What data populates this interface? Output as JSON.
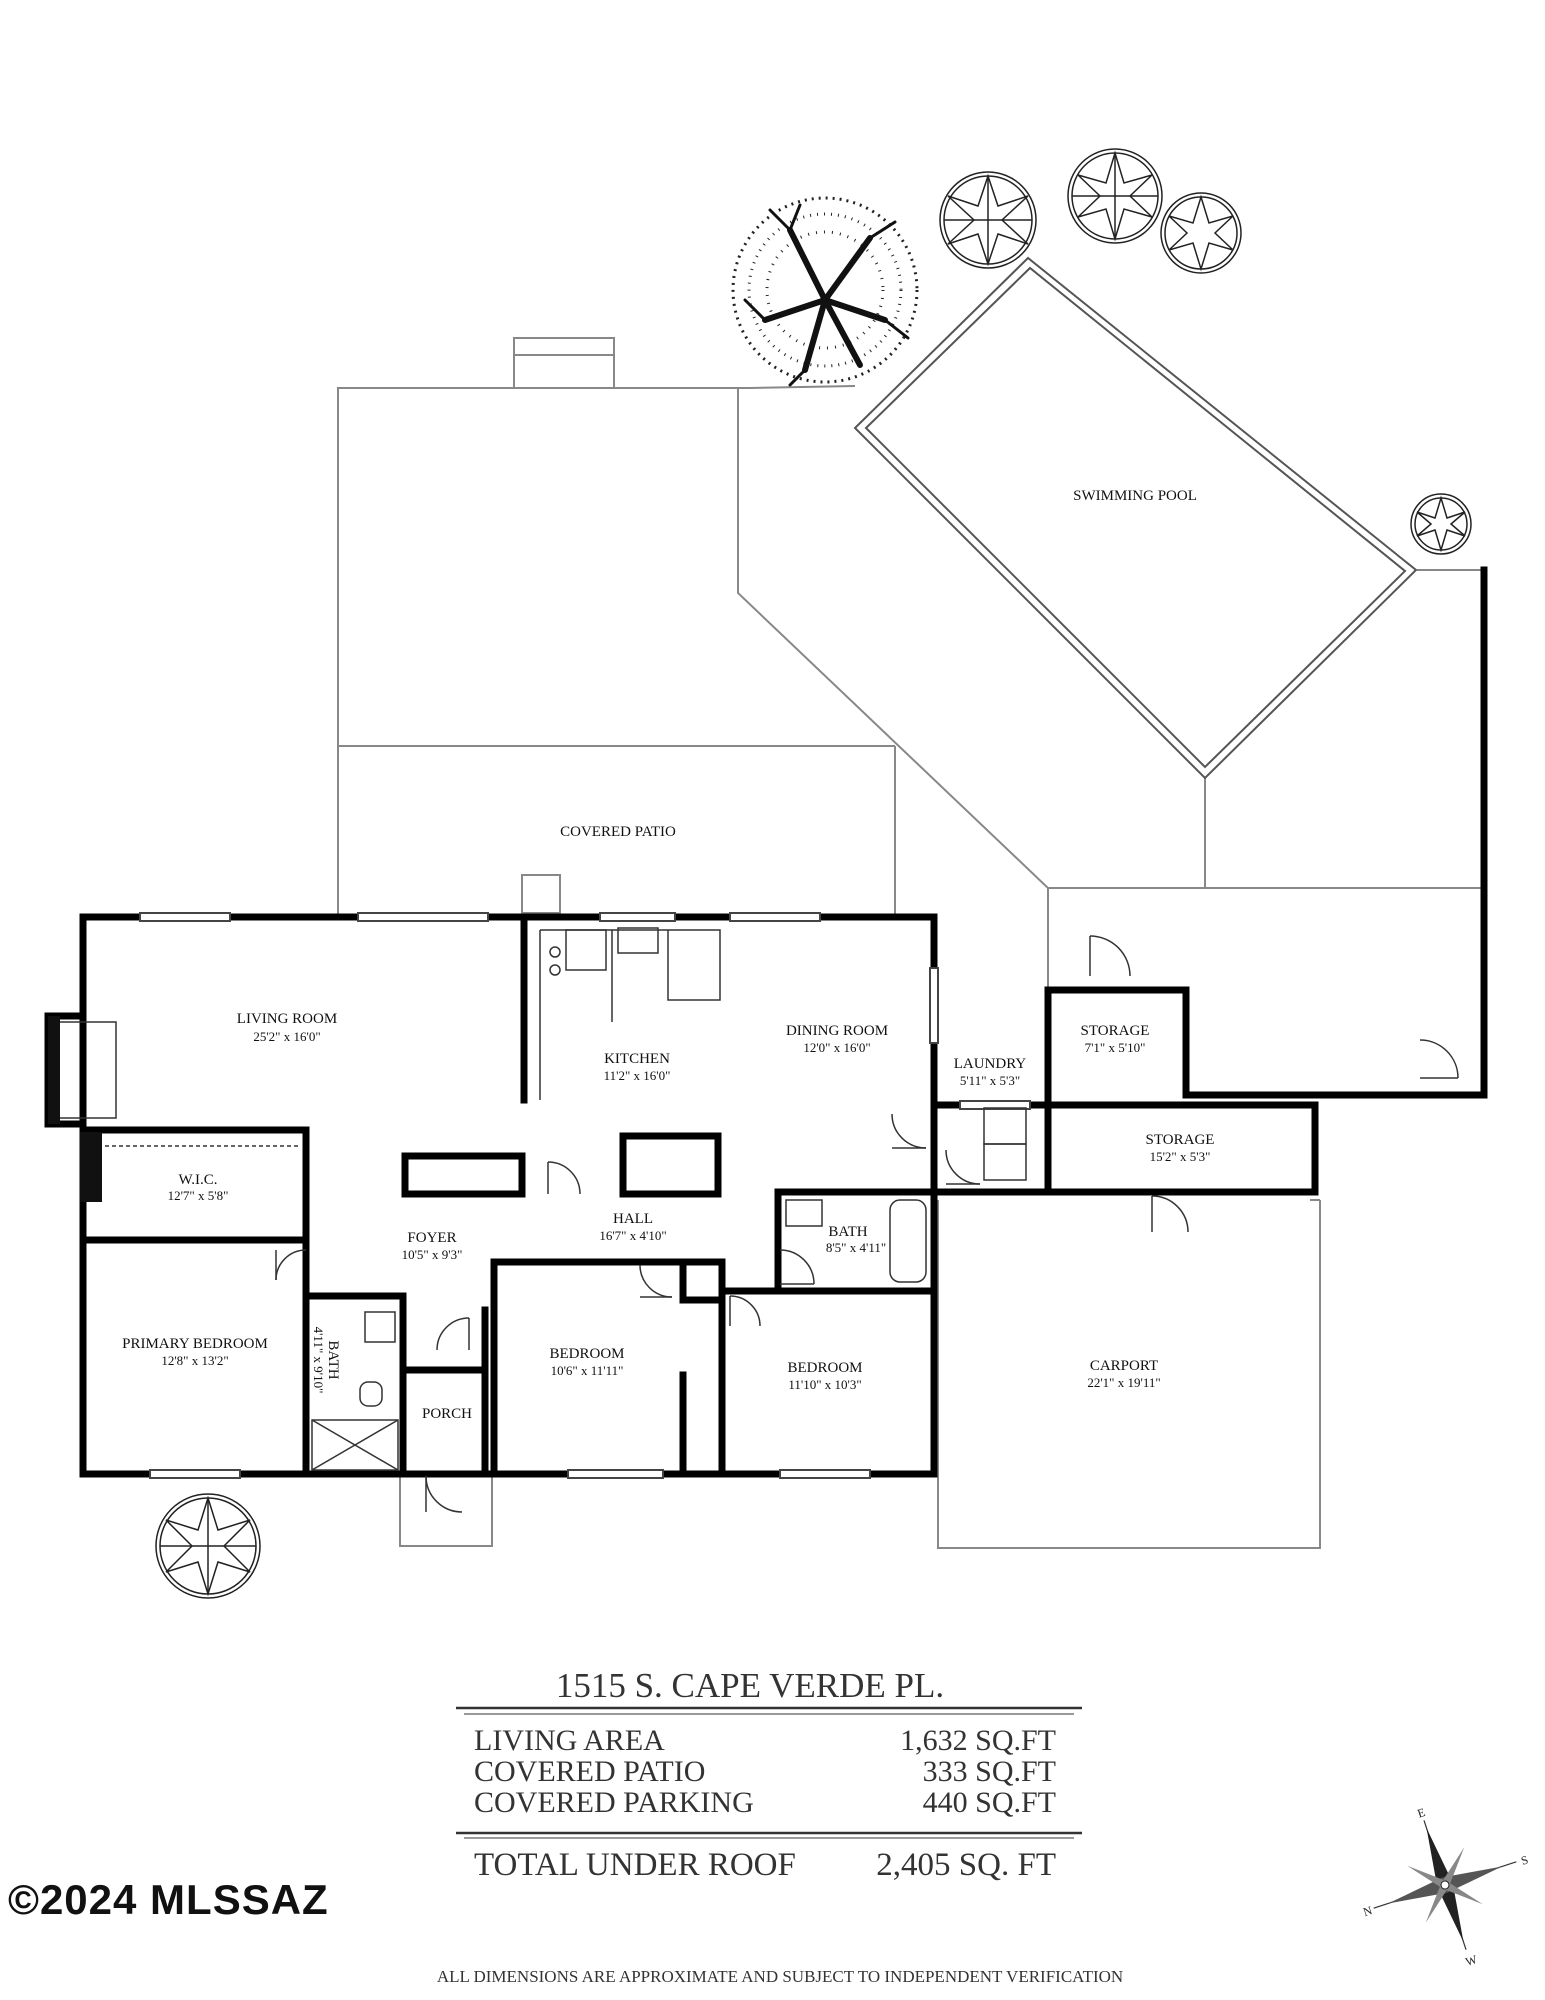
{
  "rooms": {
    "swimming_pool": "SWIMMING POOL",
    "covered_patio": "COVERED PATIO",
    "living_room": {
      "name": "LIVING ROOM",
      "dims": "25'2\" x 16'0\""
    },
    "kitchen": {
      "name": "KITCHEN",
      "dims": "11'2\" x 16'0\""
    },
    "dining_room": {
      "name": "DINING ROOM",
      "dims": "12'0\" x 16'0\""
    },
    "laundry": {
      "name": "LAUNDRY",
      "dims": "5'11\" x 5'3\""
    },
    "storage_1": {
      "name": "STORAGE",
      "dims": "7'1\" x 5'10\""
    },
    "storage_2": {
      "name": "STORAGE",
      "dims": "15'2\" x 5'3\""
    },
    "wic": {
      "name": "W.I.C.",
      "dims": "12'7\" x 5'8\""
    },
    "foyer": {
      "name": "FOYER",
      "dims": "10'5\" x 9'3\""
    },
    "hall": {
      "name": "HALL",
      "dims": "16'7\" x 4'10\""
    },
    "bath_2": {
      "name": "BATH",
      "dims": "8'5\" x 4'11\""
    },
    "primary_bedroom": {
      "name": "PRIMARY BEDROOM",
      "dims": "12'8\" x 13'2\""
    },
    "bath_1": {
      "name": "BATH",
      "dims": "4'11\" x 9'10\""
    },
    "porch": "PORCH",
    "bedroom_1": {
      "name": "BEDROOM",
      "dims": "10'6\" x 11'11\""
    },
    "bedroom_2": {
      "name": "BEDROOM",
      "dims": "11'10\" x 10'3\""
    },
    "carport": {
      "name": "CARPORT",
      "dims": "22'1\" x 19'11\""
    }
  },
  "summary": {
    "address": "1515 S. CAPE VERDE PL.",
    "rows": [
      {
        "label": "LIVING AREA",
        "value": "1,632 SQ.FT"
      },
      {
        "label": "COVERED PATIO",
        "value": "333 SQ.FT"
      },
      {
        "label": "COVERED PARKING",
        "value": "440 SQ.FT"
      }
    ],
    "total_label": "TOTAL UNDER ROOF",
    "total_value": "2,405 SQ. FT"
  },
  "compass": {
    "n": "N",
    "s": "S",
    "e": "E",
    "w": "W"
  },
  "copyright": "©2024 MLSSAZ",
  "disclaimer": "ALL DIMENSIONS ARE APPROXIMATE AND SUBJECT TO INDEPENDENT VERIFICATION"
}
